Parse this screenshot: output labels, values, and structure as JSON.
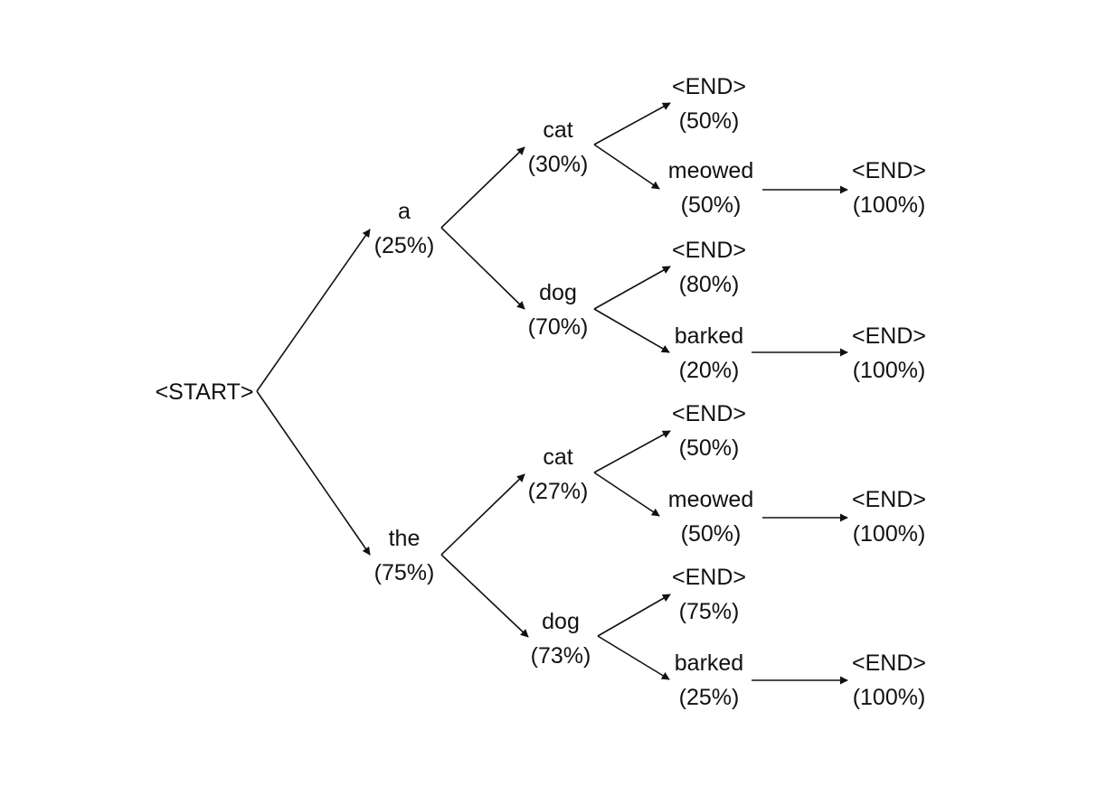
{
  "diagram": {
    "nodes": [
      {
        "id": "start",
        "word": "<START>",
        "prob": ""
      },
      {
        "id": "a",
        "word": "a",
        "prob": "(25%)"
      },
      {
        "id": "the",
        "word": "the",
        "prob": "(75%)"
      },
      {
        "id": "a_cat",
        "word": "cat",
        "prob": "(30%)"
      },
      {
        "id": "a_dog",
        "word": "dog",
        "prob": "(70%)"
      },
      {
        "id": "the_cat",
        "word": "cat",
        "prob": "(27%)"
      },
      {
        "id": "the_dog",
        "word": "dog",
        "prob": "(73%)"
      },
      {
        "id": "a_cat_end",
        "word": "<END>",
        "prob": "(50%)"
      },
      {
        "id": "a_cat_meowed",
        "word": "meowed",
        "prob": "(50%)"
      },
      {
        "id": "a_dog_end",
        "word": "<END>",
        "prob": "(80%)"
      },
      {
        "id": "a_dog_barked",
        "word": "barked",
        "prob": "(20%)"
      },
      {
        "id": "the_cat_end",
        "word": "<END>",
        "prob": "(50%)"
      },
      {
        "id": "the_cat_meowed",
        "word": "meowed",
        "prob": "(50%)"
      },
      {
        "id": "the_dog_end",
        "word": "<END>",
        "prob": "(75%)"
      },
      {
        "id": "the_dog_barked",
        "word": "barked",
        "prob": "(25%)"
      },
      {
        "id": "a_cat_meowed_end",
        "word": "<END>",
        "prob": "(100%)"
      },
      {
        "id": "a_dog_barked_end",
        "word": "<END>",
        "prob": "(100%)"
      },
      {
        "id": "the_cat_meowed_end",
        "word": "<END>",
        "prob": "(100%)"
      },
      {
        "id": "the_dog_barked_end",
        "word": "<END>",
        "prob": "(100%)"
      }
    ],
    "edges": [
      {
        "from": "start",
        "to": "a"
      },
      {
        "from": "start",
        "to": "the"
      },
      {
        "from": "a",
        "to": "a_cat"
      },
      {
        "from": "a",
        "to": "a_dog"
      },
      {
        "from": "the",
        "to": "the_cat"
      },
      {
        "from": "the",
        "to": "the_dog"
      },
      {
        "from": "a_cat",
        "to": "a_cat_end"
      },
      {
        "from": "a_cat",
        "to": "a_cat_meowed"
      },
      {
        "from": "a_dog",
        "to": "a_dog_end"
      },
      {
        "from": "a_dog",
        "to": "a_dog_barked"
      },
      {
        "from": "the_cat",
        "to": "the_cat_end"
      },
      {
        "from": "the_cat",
        "to": "the_cat_meowed"
      },
      {
        "from": "the_dog",
        "to": "the_dog_end"
      },
      {
        "from": "the_dog",
        "to": "the_dog_barked"
      },
      {
        "from": "a_cat_meowed",
        "to": "a_cat_meowed_end"
      },
      {
        "from": "a_dog_barked",
        "to": "a_dog_barked_end"
      },
      {
        "from": "the_cat_meowed",
        "to": "the_cat_meowed_end"
      },
      {
        "from": "the_dog_barked",
        "to": "the_dog_barked_end"
      }
    ],
    "colors": {
      "text": "#111111",
      "edge": "#111111",
      "background": "#ffffff"
    }
  }
}
